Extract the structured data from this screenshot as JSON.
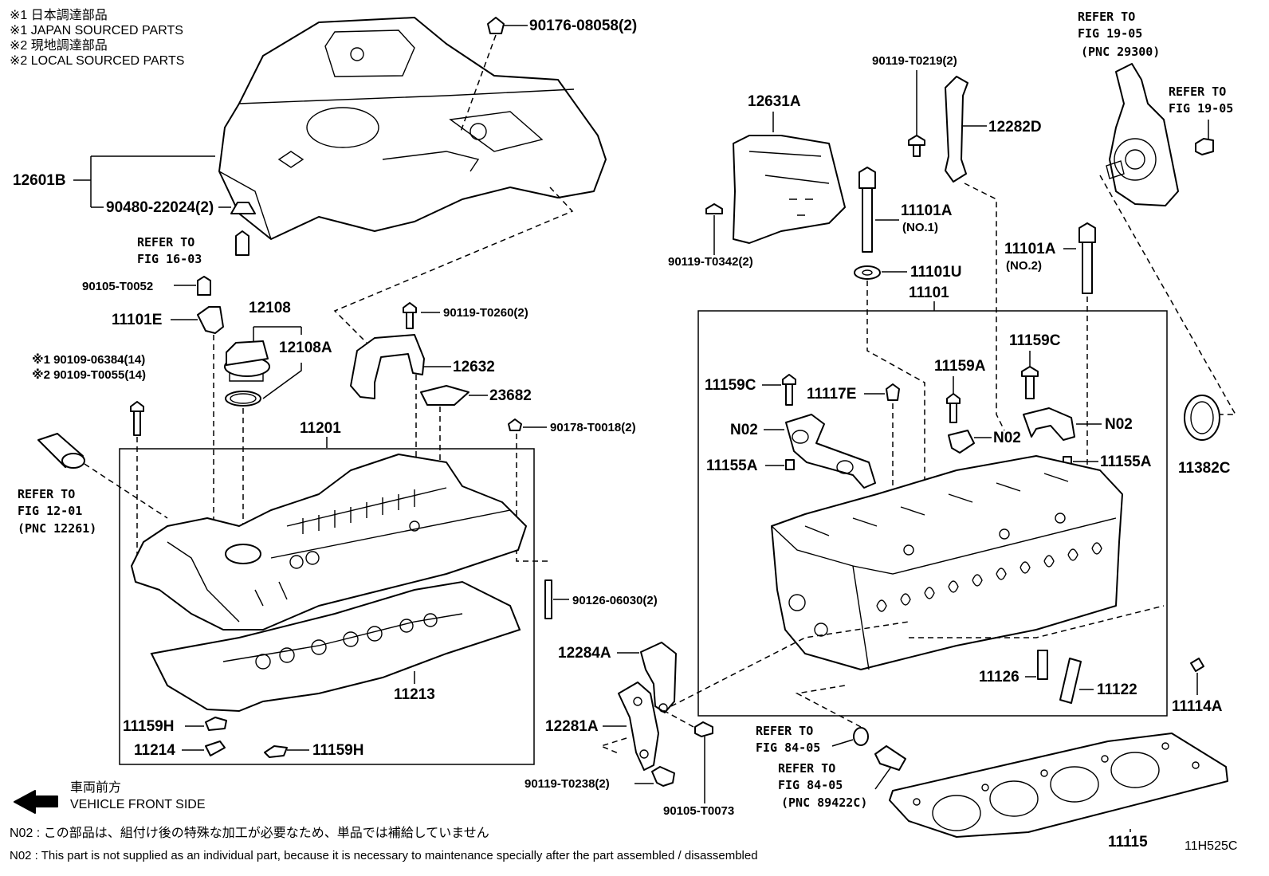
{
  "header_notes": {
    "line1": "※1  日本調達部品",
    "line2": "※1  JAPAN SOURCED PARTS",
    "line3": "※2  現地調達部品",
    "line4": "※2  LOCAL SOURCED PARTS"
  },
  "callouts": {
    "c90176": "90176-08058(2)",
    "c12601B": "12601B",
    "c90480": "90480-22024(2)",
    "ref1603_a": "REFER TO",
    "ref1603_b": "FIG 16-03",
    "c90105_52": "90105-T0052",
    "c11101E": "11101E",
    "c12108": "12108",
    "c12108A": "12108A",
    "c90109_a": "※1 90109-06384(14)",
    "c90109_b": "※2 90109-T0055(14)",
    "c90119_260": "90119-T0260(2)",
    "c12632": "12632",
    "c23682": "23682",
    "c90178": "90178-T0018(2)",
    "c11201": "11201",
    "ref1201_a": "REFER TO",
    "ref1201_b": "FIG 12-01",
    "ref1201_c": "(PNC 12261)",
    "c90126": "90126-06030(2)",
    "c11213": "11213",
    "c11159H_a": "11159H",
    "c11214": "11214",
    "c11159H_b": "11159H",
    "c12631A": "12631A",
    "c90119_342": "90119-T0342(2)",
    "c90119_219": "90119-T0219(2)",
    "c12282D": "12282D",
    "c11101A_1": "11101A",
    "c11101A_1n": "(NO.1)",
    "c11101U": "11101U",
    "c11101": "11101",
    "c11101A_2": "11101A",
    "c11101A_2n": "(NO.2)",
    "ref1905a_a": "REFER TO",
    "ref1905a_b": "FIG 19-05",
    "ref1905a_c": "(PNC 29300)",
    "ref1905b_a": "REFER TO",
    "ref1905b_b": "FIG 19-05",
    "c11159C_a": "11159C",
    "c11117E": "11117E",
    "c11159A": "11159A",
    "c11159C_b": "11159C",
    "n02_a": "N02",
    "n02_b": "N02",
    "n02_c": "N02",
    "c11155A_a": "11155A",
    "c11155A_b": "11155A",
    "c11382C": "11382C",
    "c12284A": "12284A",
    "c12281A": "12281A",
    "c90119_238": "90119-T0238(2)",
    "c90105_73": "90105-T0073",
    "ref8405a_a": "REFER TO",
    "ref8405a_b": "FIG 84-05",
    "ref8405b_a": "REFER TO",
    "ref8405b_b": "FIG 84-05",
    "ref8405b_c": "(PNC 89422C)",
    "c11126": "11126",
    "c11122": "11122",
    "c11114A": "11114A",
    "c11115": "11115"
  },
  "front": {
    "jp": "車両前方",
    "en": "VEHICLE FRONT SIDE"
  },
  "footer": {
    "n02_jp": "N02 : この部品は、組付け後の特殊な加工が必要なため、単品では補給していません",
    "n02_en": "N02 : This part is not supplied as an individual part, because it is necessary to maintenance specially after the part assembled / disassembled",
    "code": "11H525C"
  }
}
